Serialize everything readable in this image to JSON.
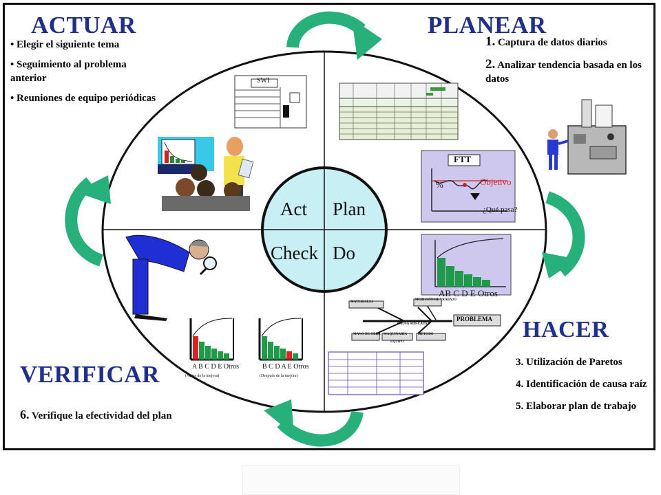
{
  "headings": {
    "actuar": "ACTUAR",
    "planear": "PLANEAR",
    "hacer": "HACER",
    "verificar": "VERIFICAR"
  },
  "actuar_items": [
    "Elegir el siguiente tema",
    "Seguimiento al problema anterior",
    "Reuniones de equipo periódicas"
  ],
  "planear_items": [
    {
      "num": "1.",
      "text": "Captura de datos diarios"
    },
    {
      "num": "2.",
      "text": "Analizar tendencia basada en los datos"
    }
  ],
  "hacer_items": [
    {
      "num": "3.",
      "text": "Utilización de Paretos"
    },
    {
      "num": "4.",
      "text": "Identificación de causa raíz"
    },
    {
      "num": "5.",
      "text": "Elaborar plan de trabajo"
    }
  ],
  "verificar_item": {
    "num": "6.",
    "text": "Verifique la efectividad del plan"
  },
  "center": {
    "act": "Act",
    "plan": "Plan",
    "check": "Check",
    "do": "Do"
  },
  "swi_label": "SWI",
  "ftt": {
    "title": "FTT",
    "percent": "%",
    "objetivo": "Objetivo",
    "que_pasa": "¿Qué pasa?"
  },
  "pareto_axis": "AB  C  D  E  Otros",
  "fishbone": {
    "materiales": "MATERIALES",
    "medicion": "MEDICIÓN DE TRABAJO",
    "problema": "PROBLEMA",
    "causa": "CAUSA SUB-CAUSA",
    "mano_obra": "MANO DE OBRA",
    "maquinaria": "MAQUINARIA",
    "equipo": "EQUIPO",
    "metodo": "MÉTODO"
  },
  "before_chart": {
    "axis": "A B C D E  Otros",
    "caption": "(Antes de la mejora)"
  },
  "after_chart": {
    "axis": "B C D A E  Otros",
    "caption": "(Después de la mejora)"
  },
  "colors": {
    "heading": "#1f2f8a",
    "arrow": "#27b07a",
    "center": "#c8f0f4",
    "chart_bg": "#cfc8ee"
  }
}
